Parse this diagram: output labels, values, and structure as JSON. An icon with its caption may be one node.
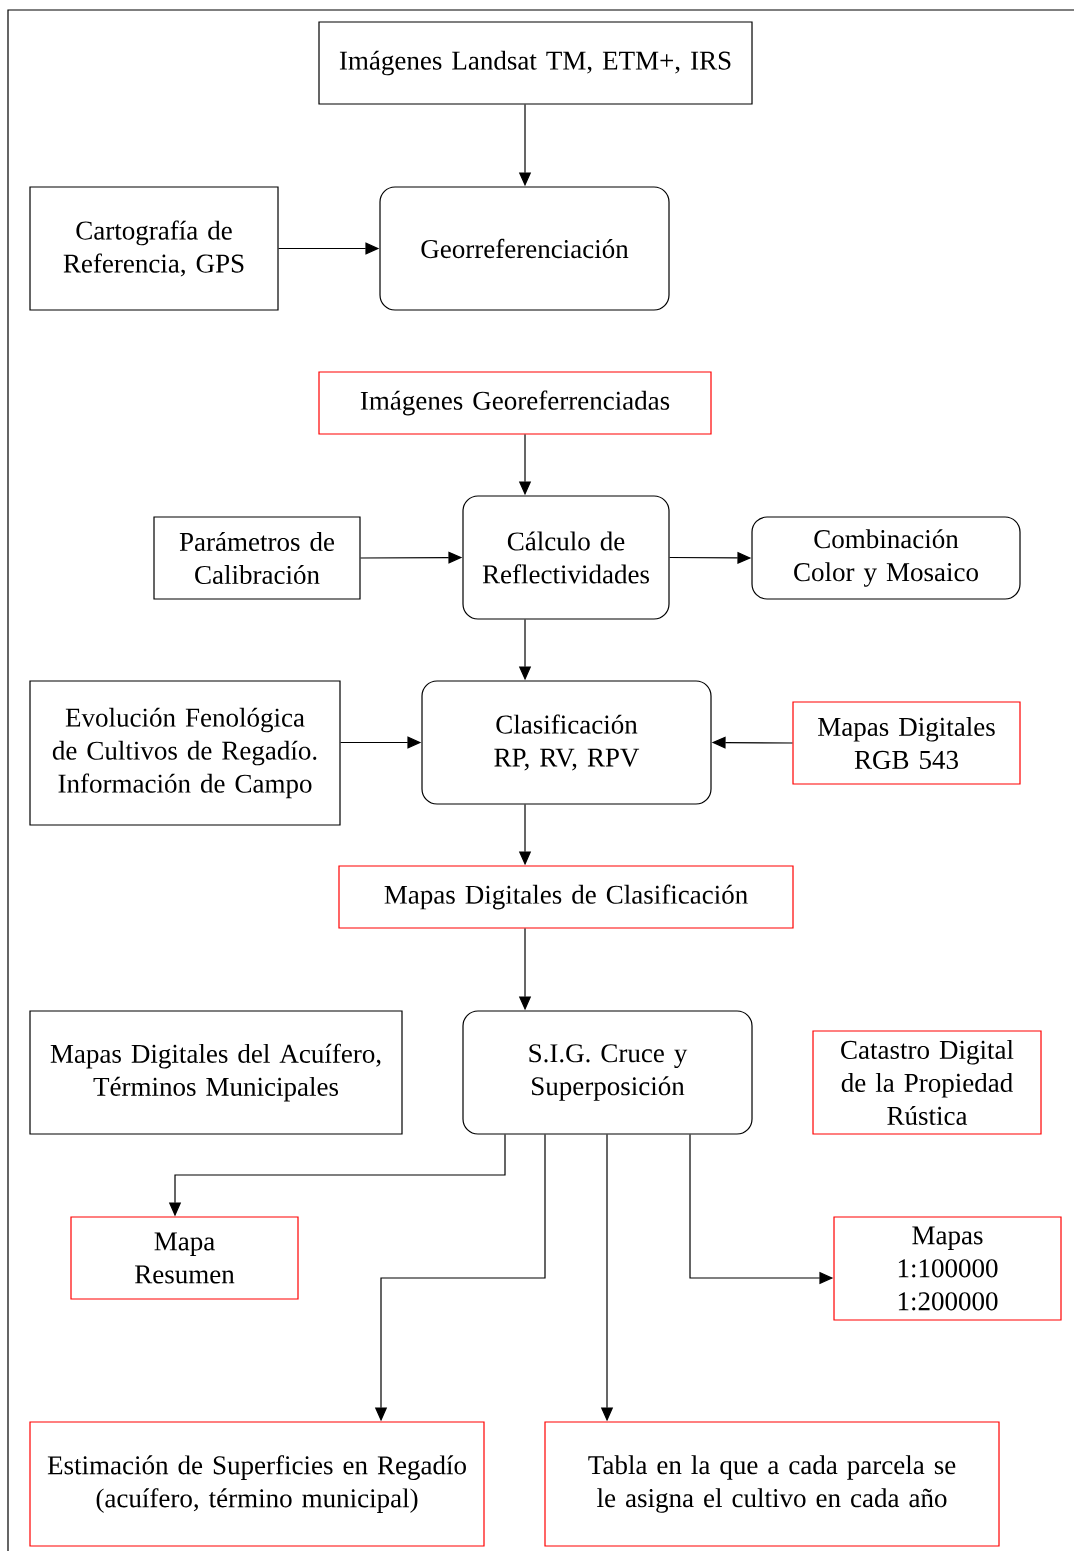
{
  "diagram": {
    "nodes": [
      {
        "text": [
          "Imágenes Landsat TM, ETM+, IRS"
        ]
      },
      {
        "text": [
          "Cartografía de Referencia, GPS"
        ]
      },
      {
        "text": [
          "Georreferenciación"
        ]
      },
      {
        "text": [
          "Imágenes Georeferrenciadas"
        ]
      },
      {
        "text": [
          "Parámetros de Calibración"
        ]
      },
      {
        "text": [
          "Cálculo de Reflectividades"
        ]
      },
      {
        "text": [
          "Combinación Color y Mosaico"
        ]
      },
      {
        "text": [
          "Evolución Fenológica de Cultivos de Regadío. Información de Campo"
        ]
      },
      {
        "text": [
          "Clasificación RP, RV, RPV"
        ]
      },
      {
        "text": [
          "Mapas Digitales RGB 543"
        ]
      },
      {
        "text": [
          "Mapas Digitales de Clasificación"
        ]
      },
      {
        "text": [
          "Mapas Digitales del Acuífero, Términos Municipales"
        ]
      },
      {
        "text": [
          "S.I.G. Cruce y Superposición"
        ]
      },
      {
        "text": [
          "Catastro Digital de la Propiedad Rústica"
        ]
      },
      {
        "text": [
          "Mapa Resumen"
        ]
      },
      {
        "text": [
          "Mapas 1:100000 1:200000"
        ]
      },
      {
        "text": [
          "Estimación de Superficies en Regadío (acuífero, término municipal)"
        ]
      },
      {
        "text": [
          "Tabla en la que a cada parcela se le asigna el cultivo en cada año"
        ]
      }
    ],
    "edges": [
      {
        "from": 0,
        "to": 2,
        "arrow": "to"
      },
      {
        "from": 1,
        "to": 2,
        "arrow": "to"
      },
      {
        "from": 3,
        "to": 5,
        "arrow": "to"
      },
      {
        "from": 4,
        "to": 5,
        "arrow": "to"
      },
      {
        "from": 5,
        "to": 6,
        "arrow": "to"
      },
      {
        "from": 5,
        "to": 8,
        "arrow": "to"
      },
      {
        "from": 7,
        "to": 8,
        "arrow": "to"
      },
      {
        "from": 9,
        "to": 8,
        "arrow": "to"
      },
      {
        "from": 8,
        "to": 10,
        "arrow": "to"
      },
      {
        "from": 10,
        "to": 12,
        "arrow": "to"
      },
      {
        "from": 12,
        "to": 14,
        "arrow": "to"
      },
      {
        "from": 12,
        "to": 16,
        "arrow": "to"
      },
      {
        "from": 12,
        "to": 17,
        "arrow": "to"
      },
      {
        "from": 12,
        "to": 15,
        "arrow": "to"
      }
    ]
  }
}
